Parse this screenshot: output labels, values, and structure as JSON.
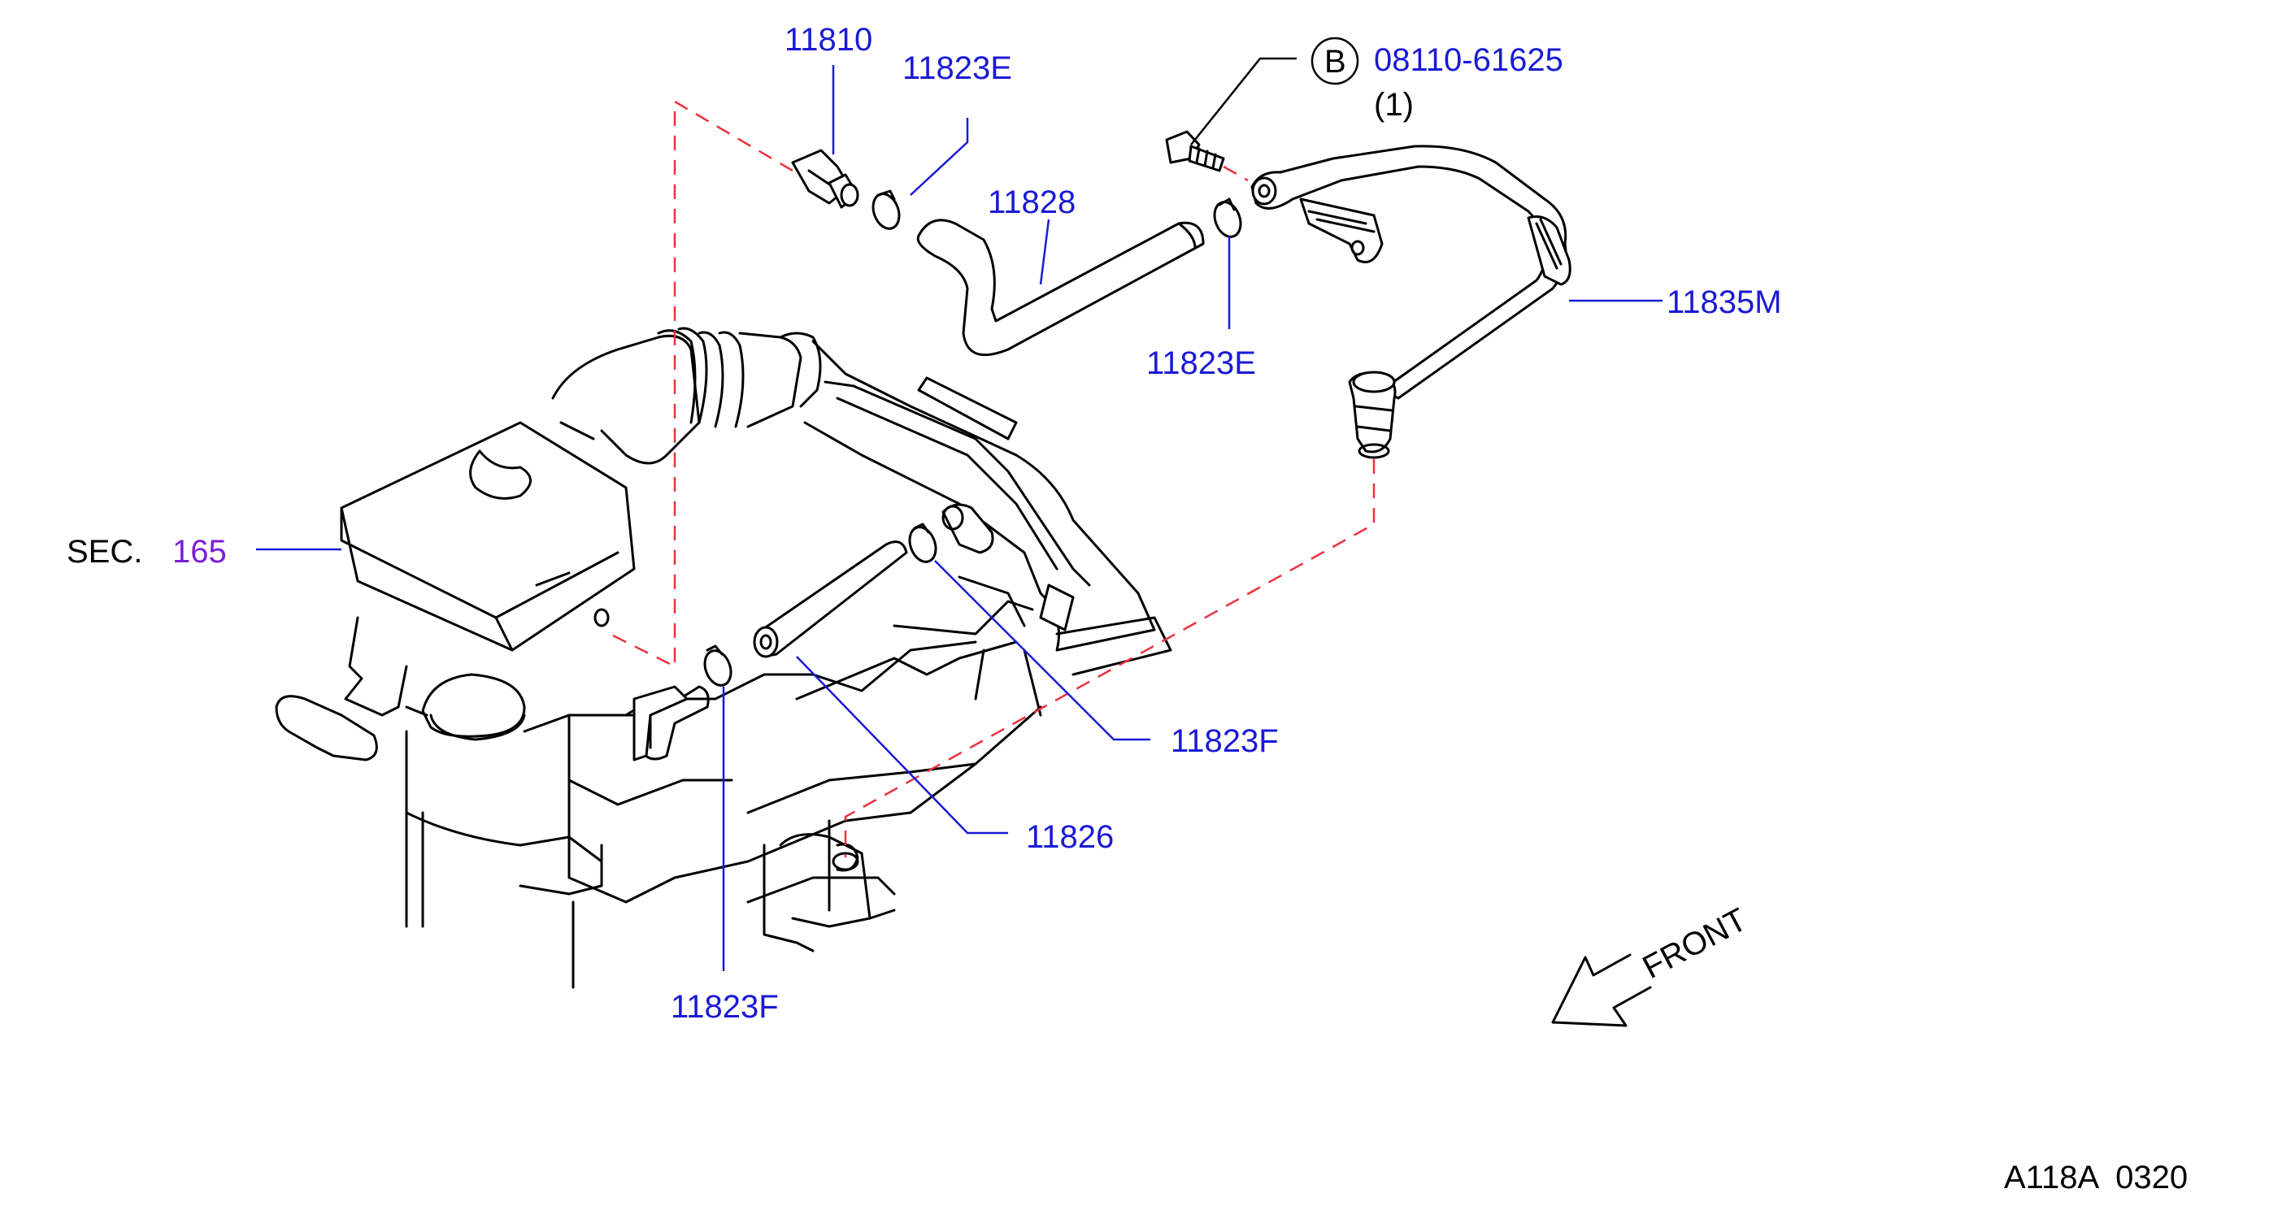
{
  "labels": {
    "p11810": "11810",
    "p11823e_top": "11823E",
    "p11828": "11828",
    "p11823e_mid": "11823E",
    "bolt_circle": "B",
    "bolt_part": "08110-61625",
    "bolt_qty": "(1)",
    "p11835m": "11835M",
    "sec_prefix": "SEC.",
    "sec_num": "165",
    "p11823f_right": "11823F",
    "p11826": "11826",
    "p11823f_bottom": "11823F",
    "front": "FRONT",
    "diagram_code": "A118A  0320"
  },
  "colors": {
    "part_label": "#1a1ad6",
    "section_ref": "#7a1fd6",
    "dashed_line": "#e8323c",
    "line_art": "#000000"
  }
}
